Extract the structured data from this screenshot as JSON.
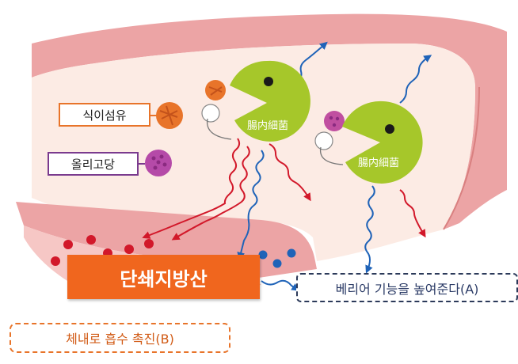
{
  "labels": {
    "fiber": "식이섬유",
    "oligosaccharide": "올리고당",
    "scfa": "단쇄지방산",
    "barrier": "베리어 기능을 높여준다(A)",
    "absorption": "체내로 흡수 촉진(B)"
  },
  "bacteria": [
    {
      "label": "腸内細菌"
    },
    {
      "label": "腸内細菌"
    }
  ],
  "colors": {
    "gut_wall": "#e8999b",
    "gut_inner": "#fcebe4",
    "bacteria": "#a6c72a",
    "fiber": "#e8742a",
    "oligosaccharide": "#b54aa8",
    "scfa": "#f0661e",
    "red_dots": "#d2182a",
    "blue_dots": "#1f63b8"
  }
}
